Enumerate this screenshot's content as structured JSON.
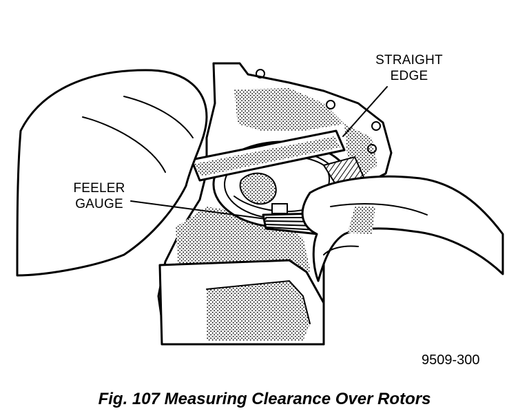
{
  "labels": {
    "straight_edge_line1": "STRAIGHT",
    "straight_edge_line2": "EDGE",
    "feeler_gauge_line1": "FEELER",
    "feeler_gauge_line2": "GAUGE"
  },
  "reference_number": "9509-300",
  "caption": "Fig. 107 Measuring Clearance Over Rotors"
}
